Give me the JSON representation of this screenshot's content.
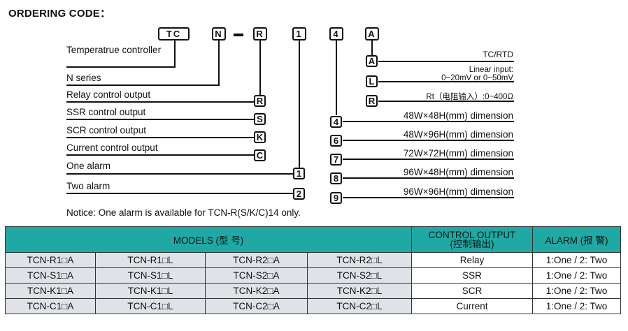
{
  "title": "ORDERING CODE：",
  "code_boxes": [
    "TC",
    "N",
    "R",
    "1",
    "4",
    "A"
  ],
  "left_items": [
    {
      "label": "Temperatrue controller"
    },
    {
      "label": "N series"
    },
    {
      "label": "Relay control output",
      "code": "R"
    },
    {
      "label": "SSR control output",
      "code": "S"
    },
    {
      "label": "SCR control output",
      "code": "K"
    },
    {
      "label": "Current control output",
      "code": "C"
    },
    {
      "label": "One alarm",
      "code": "1"
    },
    {
      "label": "Two alarm",
      "code": "2"
    }
  ],
  "input_options": [
    {
      "code": "A",
      "label": "TC/RTD"
    },
    {
      "code": "L",
      "label_line1": "Linear input:",
      "label_line2": "0~20mV  or 0~50mV"
    },
    {
      "code": "R",
      "label": "Rt（电阻输入）:0~400Ω"
    }
  ],
  "dimension_options": [
    {
      "code": "4",
      "label": "48W×48H(mm) dimension"
    },
    {
      "code": "6",
      "label": "48W×96H(mm) dimension"
    },
    {
      "code": "7",
      "label": "72W×72H(mm) dimension"
    },
    {
      "code": "8",
      "label": "96W×48H(mm) dimension"
    },
    {
      "code": "9",
      "label": "96W×96H(mm) dimension"
    }
  ],
  "notice": "Notice:  One alarm is available for TCN-R(S/K/C)14 only.",
  "table": {
    "headers": {
      "models": "MODELS (型 号)",
      "control_output_line1": "CONTROL OUTPUT",
      "control_output_line2": "(控制输出)",
      "alarm": "ALARM (报 警)"
    },
    "rows": [
      {
        "m1": "TCN-R1□A",
        "m2": "TCN-R1□L",
        "m3": "TCN-R2□A",
        "m4": "TCN-R2□L",
        "output": "Relay",
        "alarm": "1:One / 2: Two"
      },
      {
        "m1": "TCN-S1□A",
        "m2": "TCN-S1□L",
        "m3": "TCN-S2□A",
        "m4": "TCN-S2□L",
        "output": "SSR",
        "alarm": "1:One / 2: Two"
      },
      {
        "m1": "TCN-K1□A",
        "m2": "TCN-K1□L",
        "m3": "TCN-K2□A",
        "m4": "TCN-K2□L",
        "output": "SCR",
        "alarm": "1:One / 2: Two"
      },
      {
        "m1": "TCN-C1□A",
        "m2": "TCN-C1□L",
        "m3": "TCN-C2□A",
        "m4": "TCN-C2□L",
        "output": "Current",
        "alarm": "1:One / 2: Two"
      }
    ]
  },
  "colors": {
    "header_bg": "#1ea9a4",
    "grey_cell": "#dfe2e7"
  }
}
